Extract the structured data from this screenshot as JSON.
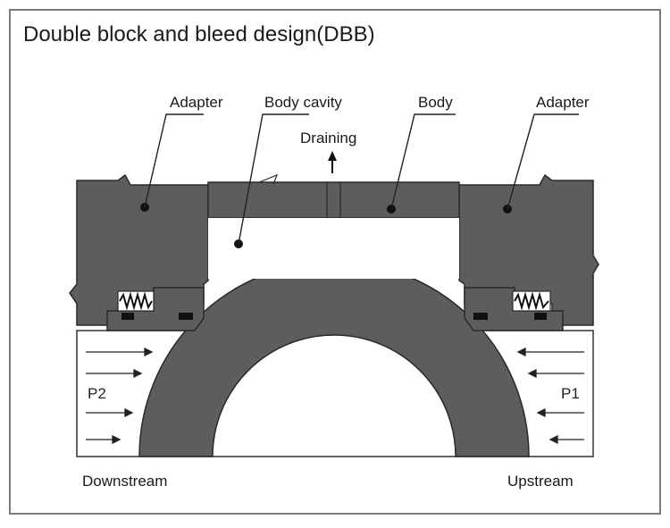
{
  "diagram": {
    "title": "Double block and bleed design(DBB)",
    "labels": {
      "adapter_left": "Adapter",
      "body_cavity": "Body cavity",
      "body": "Body",
      "adapter_right": "Adapter",
      "draining": "Draining",
      "p2": "P2",
      "p1": "P1",
      "downstream": "Downstream",
      "upstream": "Upstream"
    },
    "colors": {
      "metal": "#5d5d5d",
      "outline": "#2a2a2a",
      "cavity": "#ffffff",
      "frame": "#7a7a7a",
      "seal": "#111111",
      "spring_housing": "#ffffff"
    }
  }
}
